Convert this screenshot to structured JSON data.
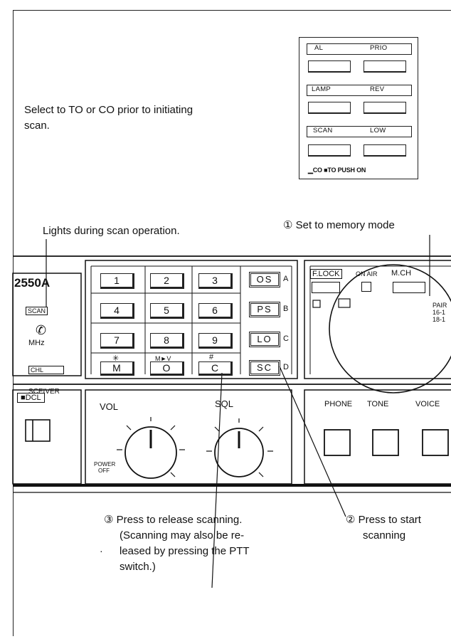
{
  "notes": {
    "select_to_co": "Select to TO or CO prior to initiating scan.",
    "lights_during_scan": "Lights during scan operation.",
    "step1": "① Set to memory mode",
    "step2_line1": "② Press to start",
    "step2_line2": "scanning",
    "step3_line1": "③ Press to release scanning.",
    "step3_line2": "(Scanning may also be re-",
    "step3_line3": "leased by pressing the PTT",
    "step3_line4": "switch.)"
  },
  "switch_panel": {
    "row1_left": "AL",
    "row1_right": "PRIO",
    "row2_left": "LAMP",
    "row2_right": "REV",
    "row3_left": "SCAN",
    "row3_right": "LOW",
    "footer": "▁CO ■TO PUSH ON"
  },
  "radio": {
    "model": "2550A",
    "scan_indicator": "SCAN",
    "mhz": "MHz",
    "chl": "CHL",
    "receiver": "SCEIVER",
    "keypad": [
      "1",
      "2",
      "3",
      "4",
      "5",
      "6",
      "7",
      "8",
      "9",
      "M",
      "O",
      "C"
    ],
    "keypad_symbols": {
      "star": "✳",
      "mv": "M►V",
      "hash": "#"
    },
    "func_keys": [
      "OS",
      "PS",
      "LO",
      "SC"
    ],
    "func_suffix": [
      "A",
      "B",
      "C",
      "D"
    ],
    "flock": "F.LOCK",
    "on_air": "ON AIR",
    "mch": "M.CH",
    "pair_line1": "PAIR",
    "pair_line2": "16-1",
    "pair_line3": "18-1",
    "dcl": "■DCL",
    "vol": "VOL",
    "sql": "SQL",
    "power_line1": "POWER",
    "power_line2": "OFF",
    "phone": "PHONE",
    "tone": "TONE",
    "voice": "VOICE"
  }
}
